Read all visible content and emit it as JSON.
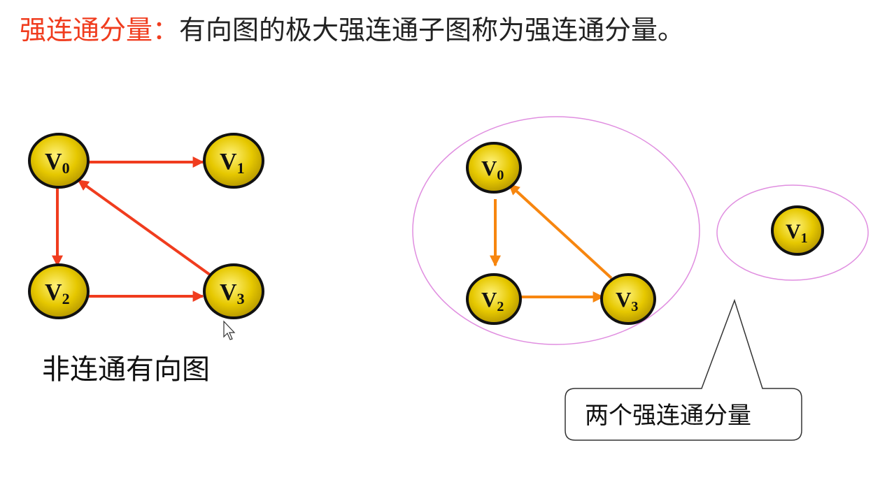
{
  "title": {
    "term": "强连通分量：",
    "definition": "有向图的极大强连通子图称为强连通分量。"
  },
  "left_graph": {
    "caption": "非连通有向图",
    "nodes": [
      {
        "name": "V",
        "sub": "0"
      },
      {
        "name": "V",
        "sub": "1"
      },
      {
        "name": "V",
        "sub": "2"
      },
      {
        "name": "V",
        "sub": "3"
      }
    ],
    "edges": [
      [
        "V0",
        "V1"
      ],
      [
        "V0",
        "V2"
      ],
      [
        "V2",
        "V3"
      ],
      [
        "V3",
        "V0"
      ]
    ]
  },
  "right_graph": {
    "nodes": [
      {
        "name": "V",
        "sub": "0"
      },
      {
        "name": "V",
        "sub": "2"
      },
      {
        "name": "V",
        "sub": "3"
      },
      {
        "name": "V",
        "sub": "1"
      }
    ],
    "edges": [
      [
        "V0",
        "V2"
      ],
      [
        "V2",
        "V3"
      ],
      [
        "V3",
        "V0"
      ]
    ],
    "callout": "两个强连通分量"
  },
  "colors": {
    "node_fill": "#e6c800",
    "edge_left": "#f03c1e",
    "edge_right": "#f7860f",
    "ellipse": "#e08ee0",
    "term": "#f03c1e"
  }
}
